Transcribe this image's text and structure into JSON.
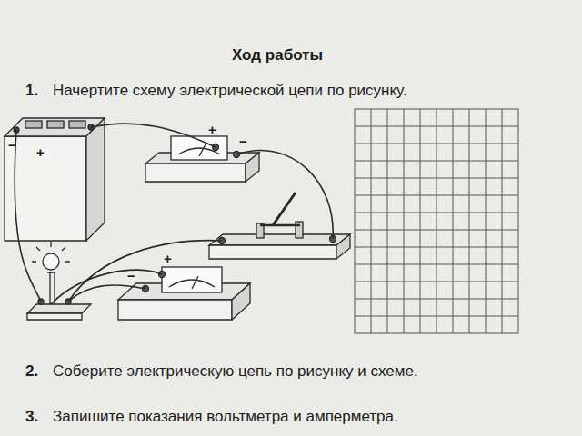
{
  "diagram": {
    "title": "Ход работы",
    "labels": [
      "1.",
      "Начертите схему электрической цепи по рисунку.",
      "2.",
      "Соберите электрическую цепь по рисунку и схеме.",
      "3.",
      "Запишите показания вольтметра и амперметра.",
      "−",
      "+",
      "+",
      "−",
      "−",
      "+"
    ]
  }
}
